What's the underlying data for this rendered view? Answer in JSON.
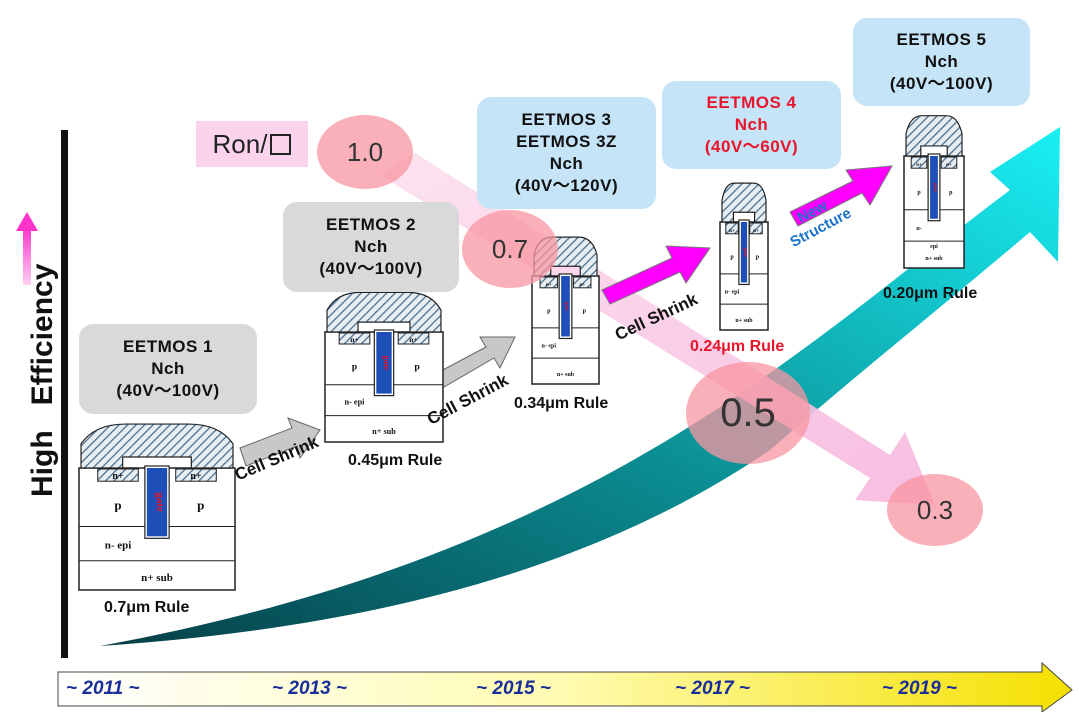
{
  "y_axis_label": {
    "high": "High",
    "efficiency": "Efficiency"
  },
  "ron_label": "Ron/",
  "ron_values": [
    "1.0",
    "0.7",
    "0.5",
    "0.3"
  ],
  "products": [
    {
      "name1": "EETMOS 1",
      "name2": "",
      "channel": "Nch",
      "voltage": "(40V～100V)",
      "rule": "0.7μm Rule"
    },
    {
      "name1": "EETMOS  2",
      "name2": "",
      "channel": "Nch",
      "voltage": "(40V～100V)",
      "rule": "0.45μm Rule"
    },
    {
      "name1": "EETMOS 3",
      "name2": "EETMOS 3Z",
      "channel": "Nch",
      "voltage": "(40V～120V)",
      "rule": "0.34μm Rule"
    },
    {
      "name1": "EETMOS 4",
      "name2": "",
      "channel": "Nch",
      "voltage": "(40V～60V)",
      "rule": "0.24μm Rule"
    },
    {
      "name1": "EETMOS 5",
      "name2": "",
      "channel": "Nch",
      "voltage": "(40V～100V)",
      "rule": "0.20μm Rule"
    }
  ],
  "transitions": [
    "Cell Shrink",
    "Cell Shrink",
    "Cell Shrink"
  ],
  "new_structure": {
    "line1": "New",
    "line2": "Structure"
  },
  "timeline": [
    "~ 2011 ~",
    "~ 2013 ~",
    "~ 2015 ~",
    "~ 2017 ~",
    "~ 2019 ~"
  ],
  "device_labels": {
    "n_plus": "n+",
    "p": "p",
    "n_epi": "n- epi",
    "n_sub": "n+ sub",
    "gate": "gate",
    "epi": "epi",
    "n_minus": "n-"
  },
  "colors": {
    "efficiency_arrow": "#ff33cc",
    "growth_arrow_start": "#0b6e74",
    "growth_arrow_end": "#12e6ee",
    "shrink_arrow": "#bdbdbd",
    "new_arrow": "#ff00ff",
    "timeline_start": "#fffde6",
    "timeline_end": "#f7e600",
    "red_label": "#e8152b"
  }
}
